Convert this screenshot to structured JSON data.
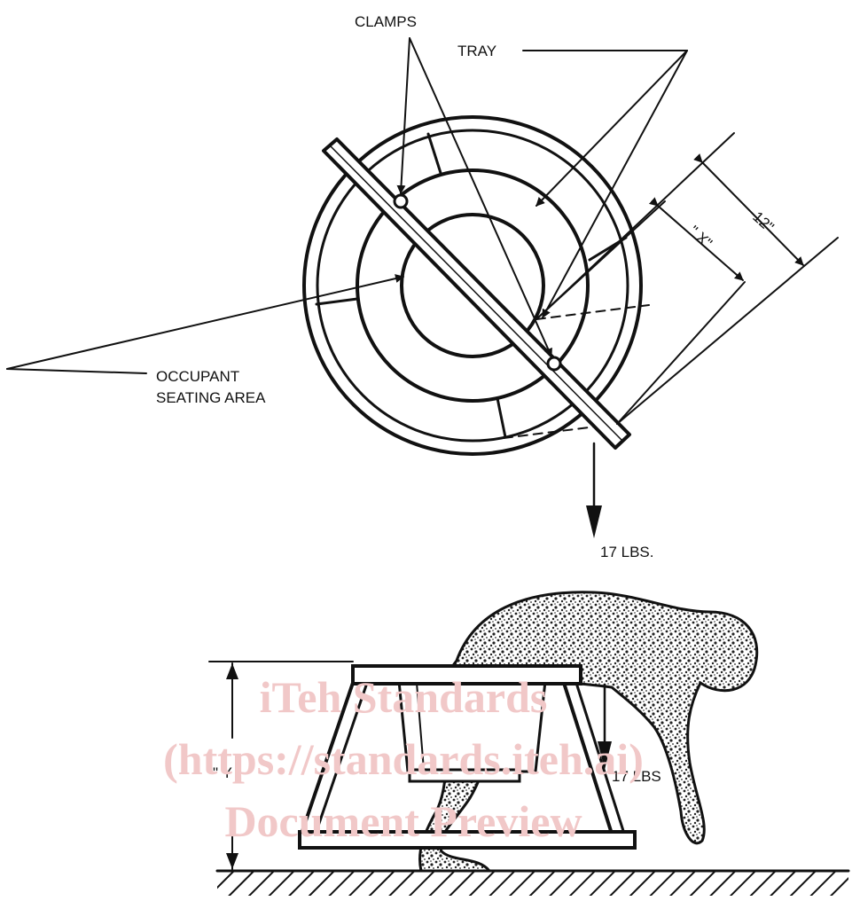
{
  "top_view": {
    "labels": {
      "clamps": "CLAMPS",
      "tray": "TRAY",
      "occupant_line1": "OCCUPANT",
      "occupant_line2": "SEATING AREA",
      "dim_12": "12\"",
      "dim_x": "\" X\"",
      "force": "17 LBS."
    }
  },
  "side_view": {
    "labels": {
      "dim_y": "\" Y \"",
      "force": "17 LBS"
    }
  },
  "watermark": {
    "line1": "iTeh Standards",
    "line2": "(https://standards.iteh.ai)",
    "line3": "Document Preview"
  },
  "colors": {
    "ink": "#111111",
    "watermark": "#f1c8c8",
    "background": "#ffffff"
  }
}
